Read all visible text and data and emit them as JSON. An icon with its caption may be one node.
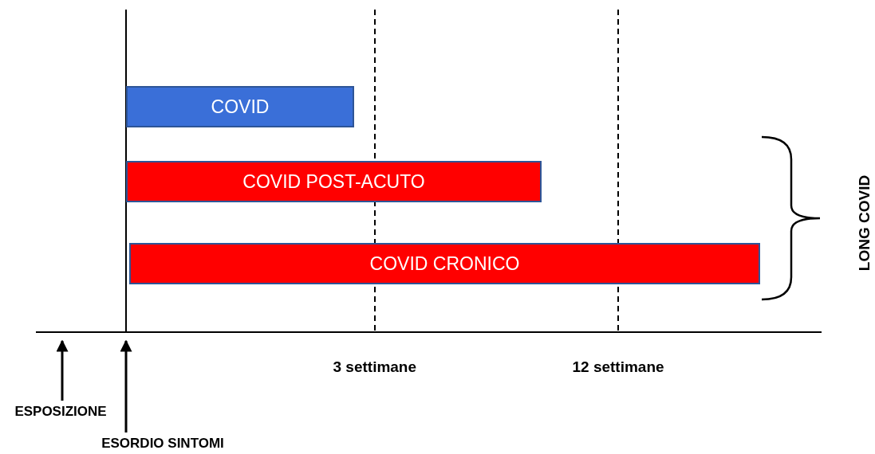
{
  "diagram": {
    "nodes": [
      {
        "text": [
          "COVID"
        ]
      },
      {
        "text": [
          "COVID POST-ACUTO"
        ]
      },
      {
        "text": [
          "COVID CRONICO"
        ]
      },
      {
        "text": [
          "ESPOSIZIONE"
        ]
      },
      {
        "text": [
          "ESORDIO SINTOMI"
        ]
      }
    ],
    "edges": [
      {
        "from": 3,
        "to": null,
        "arrow": "to"
      },
      {
        "from": 4,
        "to": null,
        "arrow": "to"
      }
    ],
    "labels": [
      "3 settimane",
      "12 settimane",
      "LONG COVID"
    ]
  }
}
